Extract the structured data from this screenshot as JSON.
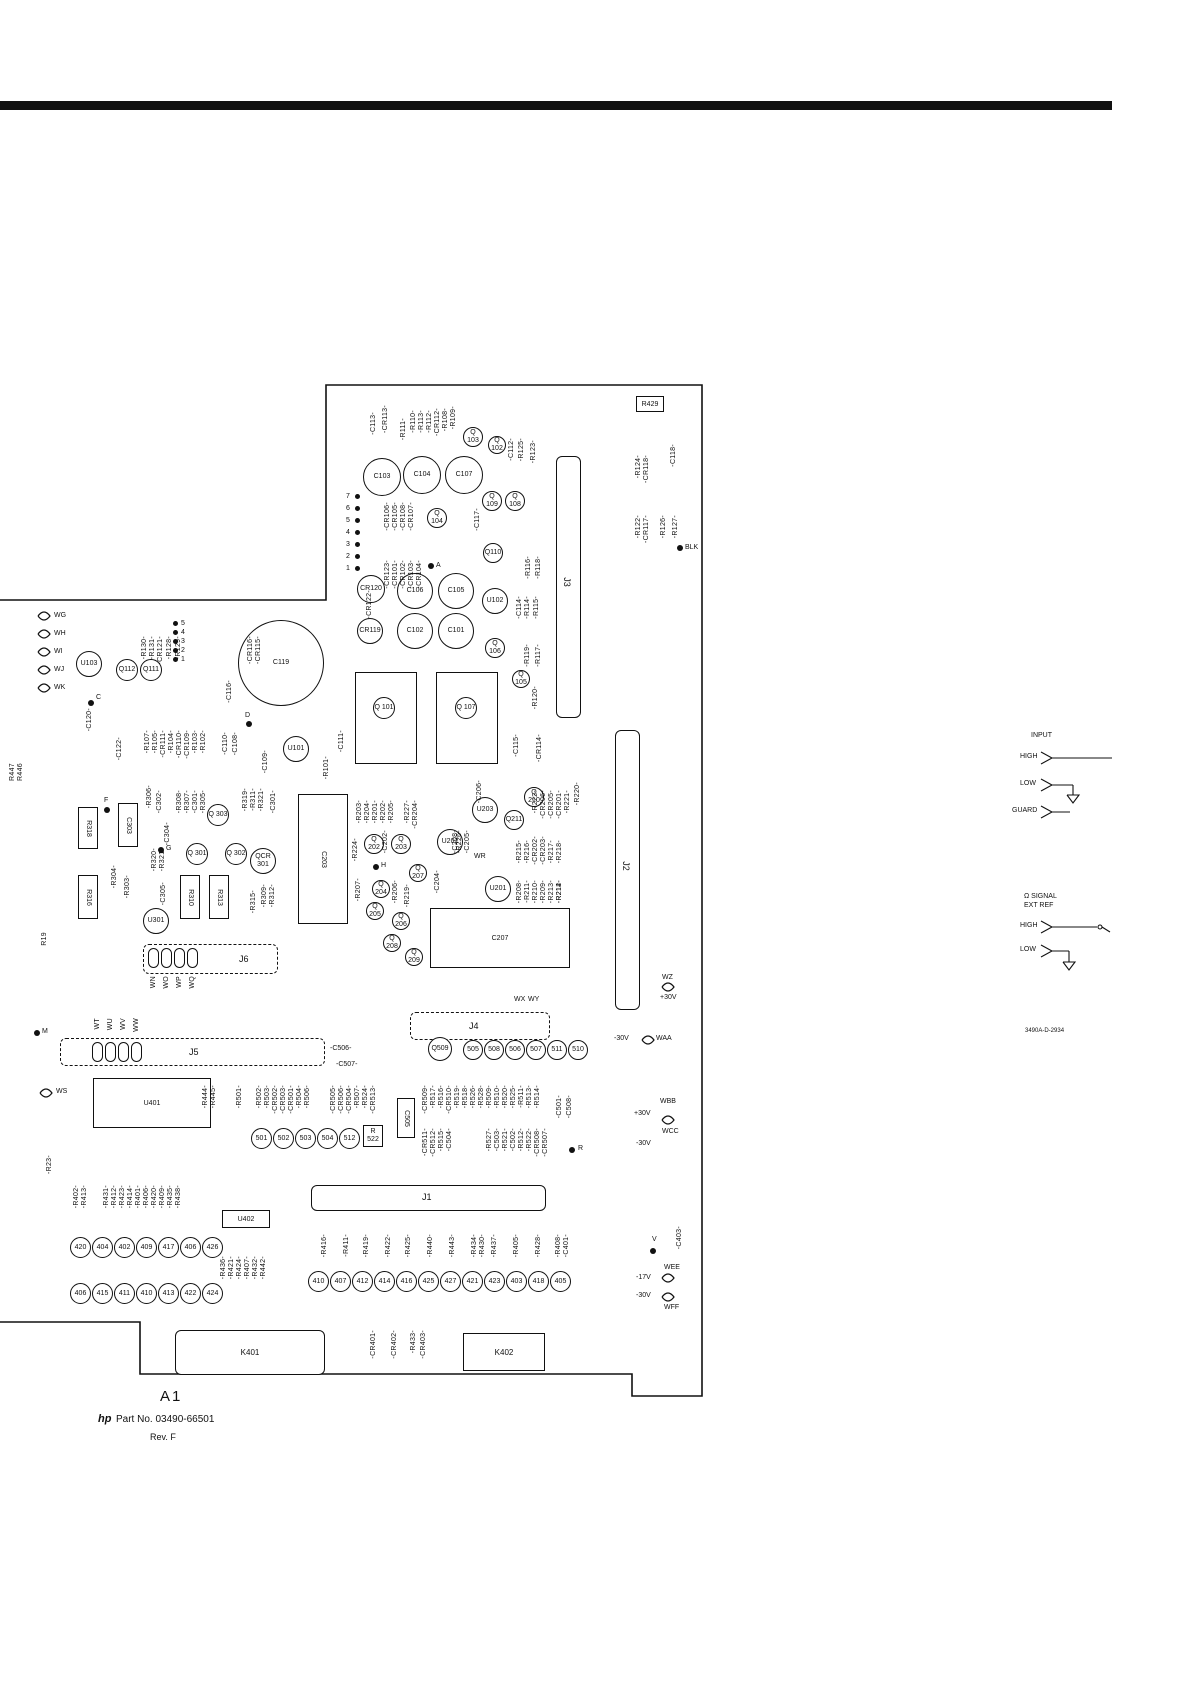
{
  "board": {
    "assembly": "A1",
    "part_prefix": "hp",
    "part_number": "Part No. 03490-66501",
    "revision": "Rev. F",
    "drawing_number": "3490A-D-2934"
  },
  "connectors": {
    "j1": "J1",
    "j2": "J2",
    "j3": "J3",
    "j4": "J4",
    "j5": "J5",
    "j6": "J6"
  },
  "relays": {
    "k401": "K401",
    "k402": "K402"
  },
  "ics": {
    "u401": "U401",
    "u402": "U402",
    "u101": "U101",
    "u102": "U102",
    "u103": "U103",
    "u201": "U201",
    "u202": "U202",
    "u203": "U203",
    "u301": "U301"
  },
  "large_parts": {
    "c119": "C119",
    "c203": "C203",
    "c207": "C207",
    "c303": "C303",
    "r316": "R316",
    "r318": "R318",
    "r310": "R310",
    "r313": "R313",
    "c505": "C505",
    "r522": "R 522",
    "r429": "R429",
    "qcr301": "QCR 301"
  },
  "top_caps": [
    "C103",
    "C104",
    "C107",
    "C106",
    "C105",
    "C102",
    "C101",
    "CR120",
    "CR119"
  ],
  "transistors": {
    "q101": "Q 101",
    "q107": "Q 107",
    "q110": "Q110",
    "q104": "Q 104",
    "q103": "Q 103",
    "q102": "Q 102",
    "q109": "Q 109",
    "q108": "Q 108",
    "q106": "Q 106",
    "q105": "Q 105",
    "q111": "Q111",
    "q112": "Q112",
    "q210": "Q 210",
    "q211": "Q211",
    "q301": "Q 301",
    "q302": "Q 302",
    "q303": "Q 303",
    "q509": "Q509",
    "q202": "Q 202",
    "q203": "Q 203",
    "q204": "Q 204",
    "q205": "Q 205",
    "q206": "Q 206",
    "q207": "Q 207",
    "q208": "Q 208",
    "q209": "Q 209"
  },
  "q500_row": [
    "505",
    "508",
    "506",
    "507",
    "511",
    "510"
  ],
  "q500_lower": [
    "501",
    "502",
    "503",
    "504",
    "512"
  ],
  "q400_upper": [
    "420",
    "404",
    "402",
    "409",
    "417",
    "406",
    "426"
  ],
  "q400_lower": [
    "406",
    "415",
    "411",
    "410",
    "413",
    "422",
    "424"
  ],
  "q400_right": [
    "410",
    "407",
    "412",
    "414",
    "416",
    "425",
    "427",
    "421",
    "423",
    "403",
    "418",
    "405"
  ],
  "jumpers": {
    "wg": "WG",
    "wh": "WH",
    "wi": "WI",
    "wj": "WJ",
    "wk": "WK",
    "ws": "WS",
    "wz": "WZ",
    "wz_v": "+30V",
    "waa_v": "-30V",
    "waa": "WAA",
    "wbb": "WBB",
    "wbb_v": "+30V",
    "wcc": "WCC",
    "wcc_v": "-30V",
    "wee": "WEE",
    "wee_v": "-17V",
    "wff_v": "-30V",
    "wff": "WFF",
    "wx": "WX",
    "wy": "WY",
    "wr": "WR"
  },
  "test_points": {
    "blk": "BLK",
    "a": "A",
    "c": "C",
    "d": "D",
    "f": "F",
    "g": "G",
    "h": "H",
    "m": "M",
    "r": "R",
    "v": "V"
  },
  "pin_numbers": [
    "7",
    "6",
    "5",
    "4",
    "3",
    "2",
    "1"
  ],
  "right_pins": [
    "5",
    "4",
    "3",
    "2",
    "1"
  ],
  "vertical_labels": {
    "v1": "-C113-",
    "v2": "-CR113-",
    "v3": "-R111-",
    "v4": "-R110-",
    "v5": "-R113-",
    "v6": "-R112-",
    "v7": "-CR112-",
    "v8": "-R108-",
    "v9": "-R109-",
    "v10": "-C112-",
    "v11": "-R125-",
    "v12": "-R123-",
    "v13": "-R124-",
    "v14": "-CR118-",
    "v15": "-C118-",
    "v16": "-R122-",
    "v17": "-CR117-",
    "v18": "-R126-",
    "v19": "-R127-",
    "v20": "-CR106-",
    "v21": "-CR105-",
    "v22": "-CR108-",
    "v23": "-CR107-",
    "v24": "-C117-",
    "v25": "-CR123-",
    "v26": "-CR101-",
    "v27": "-CR102-",
    "v28": "-CR103-",
    "v29": "-CR104-",
    "v30": "-R116-",
    "v31": "-R118-",
    "v32": "-C114-",
    "v33": "-R114-",
    "v34": "-R115-",
    "v35": "-CR122-",
    "v36": "-R119-",
    "v37": "-R117-",
    "v38": "-R120-",
    "v39": "-R130-",
    "v40": "-R131-",
    "v41": "-CR121-",
    "v42": "-R128-",
    "v43": "-R129-",
    "v44": "-CR116-",
    "v45": "-CR115-",
    "v46": "-C116-",
    "v47": "-C120-",
    "v48": "-C122-",
    "v49": "-R107-",
    "v50": "-R105-",
    "v51": "-CR111-",
    "v52": "-R104-",
    "v53": "-CR110-",
    "v54": "-CR109-",
    "v55": "-R103-",
    "v56": "-R102-",
    "v57": "-C110-",
    "v58": "-C108-",
    "v59": "-C109-",
    "v60": "-R101-",
    "v61": "-C111-",
    "v62": "-C115-",
    "v63": "-CR114-",
    "v64": "-R203-",
    "v65": "-R204-",
    "v66": "-R201-",
    "v67": "-R202-",
    "v68": "-R205-",
    "v69": "-R227-",
    "v70": "-CR204-",
    "v71": "-C206-",
    "v72": "-R222-",
    "v73": "-CR206-",
    "v74": "-CR205-",
    "v75": "-CR201-",
    "v76": "-R221-",
    "v77": "-R220-",
    "v78": "-R306-",
    "v79": "-C302-",
    "v80": "-R308-",
    "v81": "-R307-",
    "v82": "-C301-",
    "v83": "-R305-",
    "v84": "-R319-",
    "v85": "-R311-",
    "v86": "-R321-",
    "v87": "-C301-",
    "v88": "-R304-",
    "v89": "-R303-",
    "v90": "-R320-",
    "v91": "-R321-",
    "v92": "-C304-",
    "v93": "-C305-",
    "v94": "-R315-",
    "v95": "-R309-",
    "v96": "-R312-",
    "v97": "-R224-",
    "v98": "-C202-",
    "v99": "-R207-",
    "v100": "-R206-",
    "v101": "-R219-",
    "v102": "-C204-",
    "v103": "-R226-",
    "v104": "-C208-",
    "v105": "-C205-",
    "v106": "-R215-",
    "v107": "-R216-",
    "v108": "-CR202-",
    "v109": "-CR203-",
    "v110": "-R217-",
    "v111": "-R218-",
    "v112": "-R208-",
    "v113": "-R211-",
    "v114": "-R210-",
    "v115": "-R209-",
    "v116": "-R213-",
    "v117": "-R214-",
    "v118": "-R212-",
    "v119": "-R444-",
    "v120": "-R445-",
    "v121": "-R501-",
    "v122": "-R502-",
    "v123": "-R503-",
    "v124": "-CR502-",
    "v125": "-CR503-",
    "v126": "-CR501-",
    "v127": "-R504-",
    "v128": "-R506-",
    "v129": "-CR505-",
    "v130": "-CR506-",
    "v131": "-CR504-",
    "v132": "-R507-",
    "v133": "-R524-",
    "v134": "-CR513-",
    "v135": "-CR509-",
    "v136": "-R517-",
    "v137": "-R516-",
    "v138": "-CR511-",
    "v139": "-CR512-",
    "v140": "-R515-",
    "v141": "-CR510-",
    "v142": "-R519-",
    "v143": "-R518-",
    "v144": "-R526-",
    "v145": "-R528-",
    "v146": "-C504-",
    "v147": "-R509-",
    "v148": "-R510-",
    "v149": "-R520-",
    "v150": "-R525-",
    "v151": "-R511-",
    "v152": "-R527-",
    "v153": "-C503-",
    "v154": "-R513-",
    "v155": "-R514-",
    "v156": "-R521-",
    "v157": "-C502-",
    "v158": "-R512-",
    "v159": "-R522-",
    "v160": "-CR508-",
    "v161": "-CR507-",
    "v162": "-C501-",
    "v163": "-C508-",
    "v164": "-R402-",
    "v165": "-R413-",
    "v166": "-R431-",
    "v167": "-R412-",
    "v168": "-R423-",
    "v169": "-R414-",
    "v170": "-R401-",
    "v171": "-R406-",
    "v172": "-R420-",
    "v173": "-R409-",
    "v174": "-R435-",
    "v175": "-R438-",
    "v176": "-R436-",
    "v177": "-R421-",
    "v178": "-R424-",
    "v179": "-R407-",
    "v180": "-R432-",
    "v181": "-R442-",
    "v182": "-R416-",
    "v183": "-R411-",
    "v184": "-R419-",
    "v185": "-R422-",
    "v186": "-R425-",
    "v187": "-R440-",
    "v188": "-R443-",
    "v189": "-R434-",
    "v190": "-R430-",
    "v191": "-R437-",
    "v192": "-R405-",
    "v193": "-R428-",
    "v194": "-R408-",
    "v195": "-C401-",
    "v196": "-C403-",
    "v197": "-CR401-",
    "v198": "-CR402-",
    "v199": "-R433-",
    "v200": "-CR403-",
    "v201": "-R23-",
    "v202": "R19",
    "v203": "R447",
    "v204": "R446"
  },
  "horizontal_labels": {
    "c506": "-C506-",
    "c507": "-C507-"
  },
  "jumper_strip": [
    "WN",
    "WO",
    "WP",
    "WQ"
  ],
  "j5_jumpers": [
    "WT",
    "WU",
    "WV",
    "WW"
  ],
  "legend": {
    "input_title": "INPUT",
    "high": "HIGH",
    "low": "LOW",
    "guard": "GUARD",
    "ohm_title": "Ω SIGNAL",
    "ohm_sub": "EXT REF",
    "high2": "HIGH",
    "low2": "LOW"
  }
}
